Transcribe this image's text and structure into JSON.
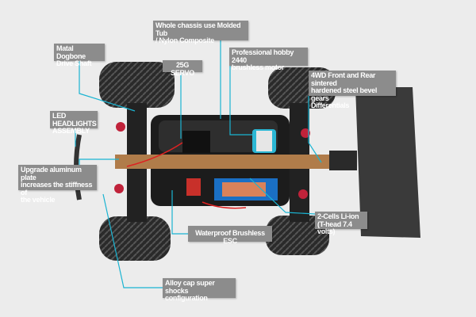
{
  "colors": {
    "callout_line": "#1ab4d2",
    "label_bg": "#8c8c8c",
    "label_text": "#ffffff",
    "background": "#ececec"
  },
  "callouts": [
    {
      "id": "dogbone",
      "text": "Matal Dogbone\nDrive Shaft"
    },
    {
      "id": "chassis",
      "text": "Whole chassis use Molded Tub\n/ Nylon Composite"
    },
    {
      "id": "servo",
      "text": "25G SERVO"
    },
    {
      "id": "motor",
      "text": "Professional hobby 2440\nbrushless motor"
    },
    {
      "id": "differentials",
      "text": "4WD Front and Rear sintered\nhardened steel bevel gears\nDifferentials"
    },
    {
      "id": "headlights",
      "text": "LED HEADLIGHTS\nASSEMBLY"
    },
    {
      "id": "plate",
      "text": "Upgrade aluminum plate\nincreases the stiffness of\nthe vehicle"
    },
    {
      "id": "battery",
      "text": "2-Cells  Li-ion\n(T-head 7.4 volts)"
    },
    {
      "id": "esc",
      "text": "Waterproof Brushless ESC"
    },
    {
      "id": "shocks",
      "text": "Alloy cap super shocks\nconfiguration"
    }
  ]
}
